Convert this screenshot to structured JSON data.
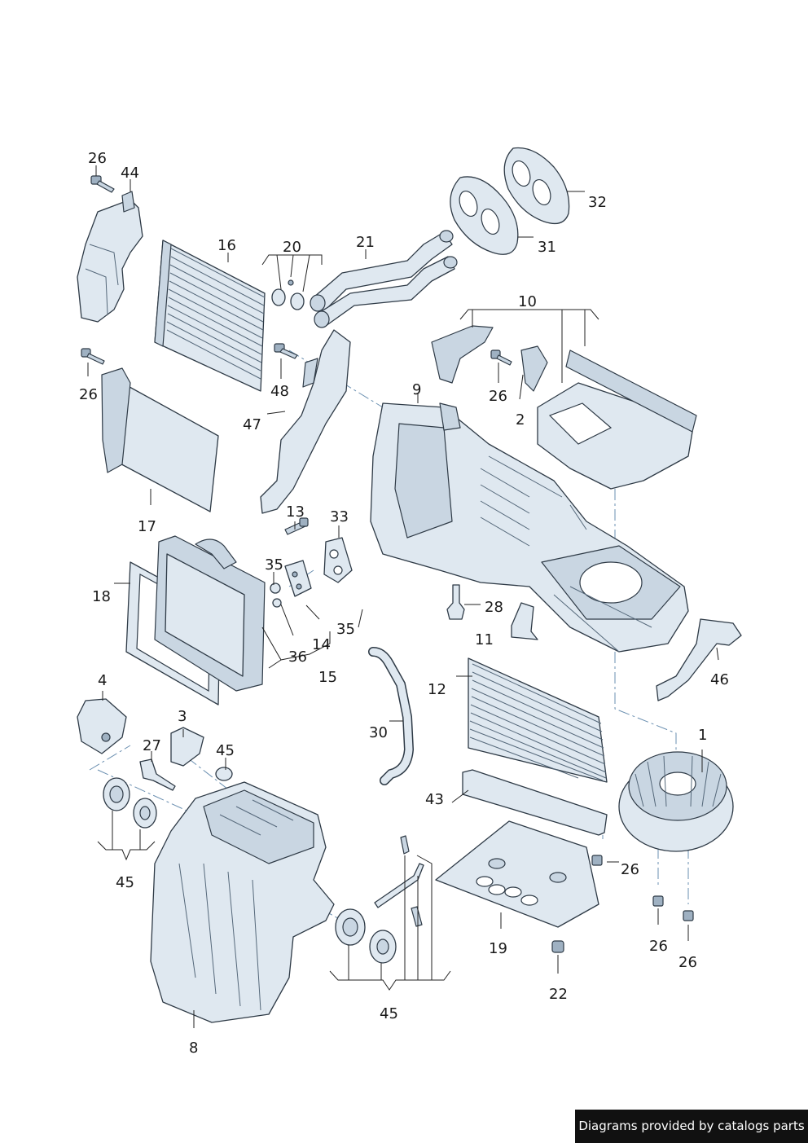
{
  "labels": {
    "l1": "1",
    "l2": "2",
    "l3": "3",
    "l4": "4",
    "l8": "8",
    "l9": "9",
    "l10": "10",
    "l11": "11",
    "l12": "12",
    "l13": "13",
    "l14": "14",
    "l15": "15",
    "l16": "16",
    "l17": "17",
    "l18": "18",
    "l19": "19",
    "l20": "20",
    "l21": "21",
    "l22": "22",
    "l26a": "26",
    "l26b": "26",
    "l26c": "26",
    "l26d": "26",
    "l26e": "26",
    "l26f": "26",
    "l27": "27",
    "l28": "28",
    "l30": "30",
    "l31": "31",
    "l32": "32",
    "l33": "33",
    "l35a": "35",
    "l35b": "35",
    "l36": "36",
    "l43": "43",
    "l44": "44",
    "l45a": "45",
    "l45b": "45",
    "l45c": "45",
    "l46": "46",
    "l47": "47",
    "l48": "48"
  },
  "credit": "Diagrams provided by catalogs parts",
  "colors": {
    "part_fill": "#dfe8f0",
    "outline": "#2e3a46",
    "dash": "#6a8fb0"
  }
}
